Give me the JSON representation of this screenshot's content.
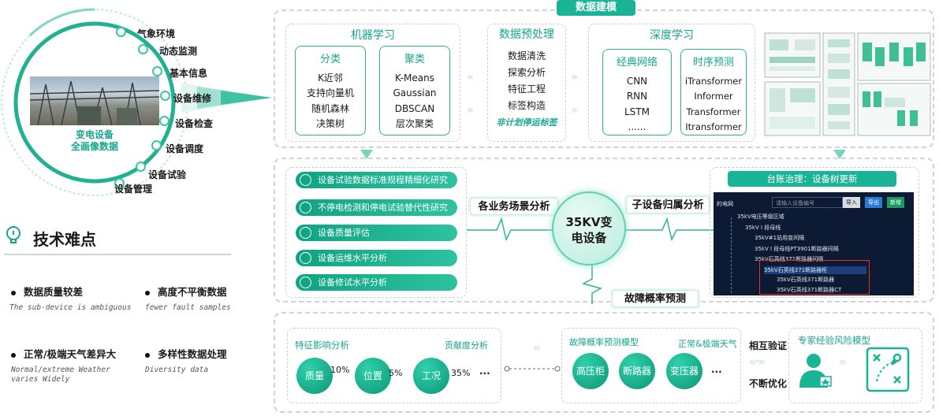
{
  "orbit": {
    "center_line1": "变电设备",
    "center_line2": "全画像数据",
    "items": [
      "气象环境",
      "动态监测",
      "基本信息",
      "设备维修",
      "设备检查",
      "设备调度",
      "设备试验",
      "设备管理"
    ]
  },
  "difficulty": {
    "title": "技术难点",
    "items": [
      {
        "cn": "数据质量较差",
        "en": "The sub-device is ambiguous"
      },
      {
        "cn": "高度不平衡数据",
        "en": "fewer fault samples"
      },
      {
        "cn": "正常/极端天气差异大",
        "en": "Normal/extreme Weather varies Widely"
      },
      {
        "cn": "多样性数据处理",
        "en": "Diversity data"
      }
    ]
  },
  "modeling": {
    "title": "数据建模",
    "ml": {
      "title": "机器学习",
      "cls_title": "分类",
      "cls_items": [
        "K近邻",
        "支持向量机",
        "随机森林",
        "决策树"
      ],
      "clu_title": "聚类",
      "clu_items": [
        "K-Means",
        "Gaussian",
        "DBSCAN",
        "层次聚类"
      ]
    },
    "pre": {
      "title": "数据预处理",
      "items": [
        "数据清洗",
        "探索分析",
        "特征工程",
        "标签构造"
      ],
      "note": "非计划停运标签"
    },
    "dl": {
      "title": "深度学习",
      "net_title": "经典网络",
      "net_items": [
        "CNN",
        "RNN",
        "LSTM",
        "......"
      ],
      "ts_title": "时序预测",
      "ts_items": [
        "iTransformer",
        "Informer",
        "Transformer",
        "Itransformer"
      ]
    }
  },
  "middle": {
    "list": [
      "设备试验数据标准规程精细化研究",
      "不停电检测和停电试验替代性研究",
      "设备质量评估",
      "设备运维水平分析",
      "设备修试水平分析"
    ],
    "left_label": "各业务场景分析",
    "right_label": "子设备归属分析",
    "center_line1": "35KV变",
    "center_line2": "电设备",
    "bottom_label": "故障概率预测",
    "ledger_title": "台账治理：设备树更新",
    "tree": {
      "toolbar_left": "的电网",
      "search_placeholder": "请输入设备编号",
      "btn_import": "导入",
      "btn_export": "导出",
      "btn_add": "新增",
      "rows": [
        "35kV电压等级区域",
        "35kV I 段母线",
        "35kV#1站用变间隔",
        "35kV I 段母线PT3901断路器间隔",
        "35kV石英线371断路器间隔",
        "35kV石英线371断路器柜",
        "35kV石英线371断路器",
        "35kV石英线371断路器CT"
      ]
    }
  },
  "bottom": {
    "influence_title": "特征影响分析",
    "contribution_title": "贡献度分析",
    "factors": [
      {
        "name": "质量",
        "pct": "10%"
      },
      {
        "name": "位置",
        "pct": "5%"
      },
      {
        "name": "工况",
        "pct": "35%"
      }
    ],
    "ellipsis": "...",
    "fault_title": "故障概率预测模型",
    "weather_title": "正常&极端天气",
    "devices": [
      "高压柜",
      "断路器",
      "变压器"
    ],
    "verify": "相互验证",
    "optimize": "不断优化",
    "expert_title": "专家经验风险模型"
  }
}
